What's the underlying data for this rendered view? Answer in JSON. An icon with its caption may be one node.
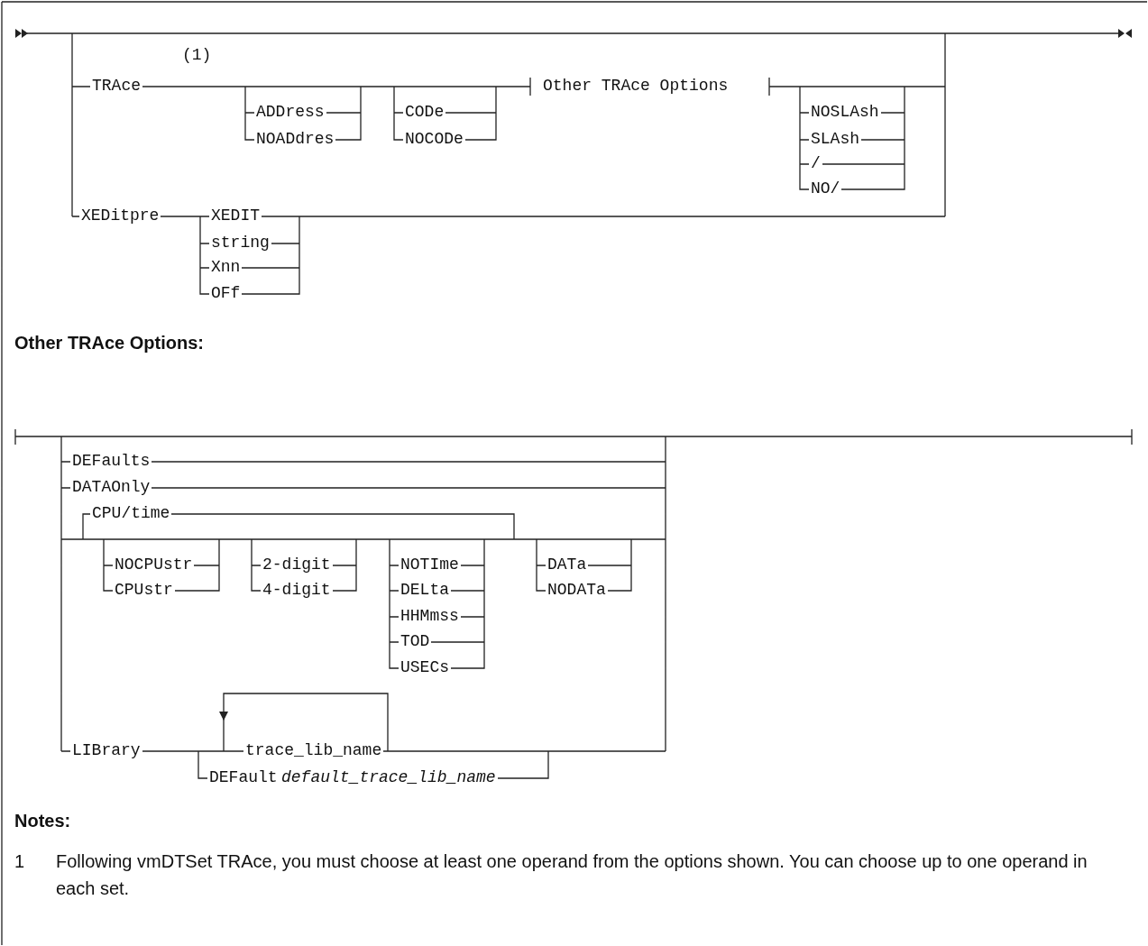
{
  "diagram": {
    "labels": [
      "(1)",
      "TRAce",
      "ADDress",
      "NOADdres",
      "CODe",
      "NOCODe",
      "Other TRAce Options",
      "NOSLAsh",
      "SLAsh",
      "/",
      "NO/",
      "XEDitpre",
      "XEDIT",
      "string",
      "Xnn",
      "OFf",
      "Other TRAce Options:",
      "DEFaults",
      "DATAOnly",
      "CPU/time",
      "NOCPUstr",
      "CPUstr",
      "2-digit",
      "4-digit",
      "NOTIme",
      "DELta",
      "HHMmss",
      "TOD",
      "USECs",
      "DATa",
      "NODATa",
      "LIBrary",
      "trace_lib_name",
      "DEFault",
      "default_trace_lib_name",
      "Notes:",
      "1",
      "Following vmDTSet TRAce, you must choose at least one operand from the options shown. You can choose up to one operand in each set."
    ]
  }
}
